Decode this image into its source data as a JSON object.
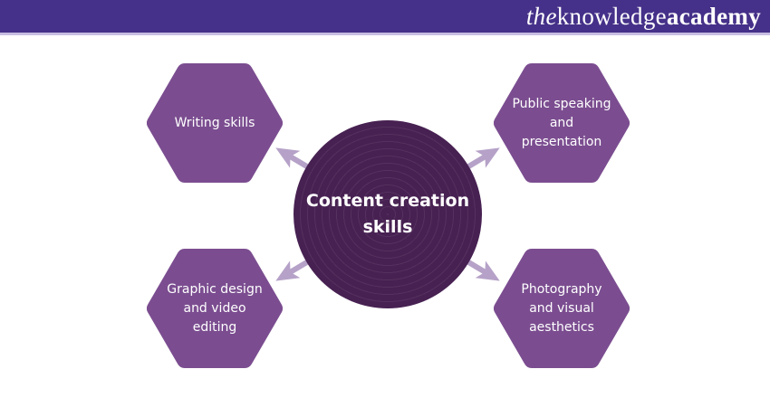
{
  "header": {
    "logo": {
      "the": "the",
      "knowledge": "knowledge",
      "academy": "academy"
    },
    "bar_color": "#453189"
  },
  "diagram": {
    "center": {
      "label": "Content creation skills"
    },
    "nodes": [
      {
        "label": "Writing skills",
        "position": "top-left"
      },
      {
        "label": "Public speaking and presentation",
        "position": "top-right"
      },
      {
        "label": "Graphic design and video editing",
        "position": "bottom-left"
      },
      {
        "label": "Photography and visual aesthetics",
        "position": "bottom-right"
      }
    ],
    "colors": {
      "header_bar": "#453189",
      "header_underline": "#c7bde1",
      "hexagon": "#7b4d90",
      "center_circle": "#472152",
      "arrow": "#b6a2c8",
      "text": "#ffffff"
    }
  }
}
